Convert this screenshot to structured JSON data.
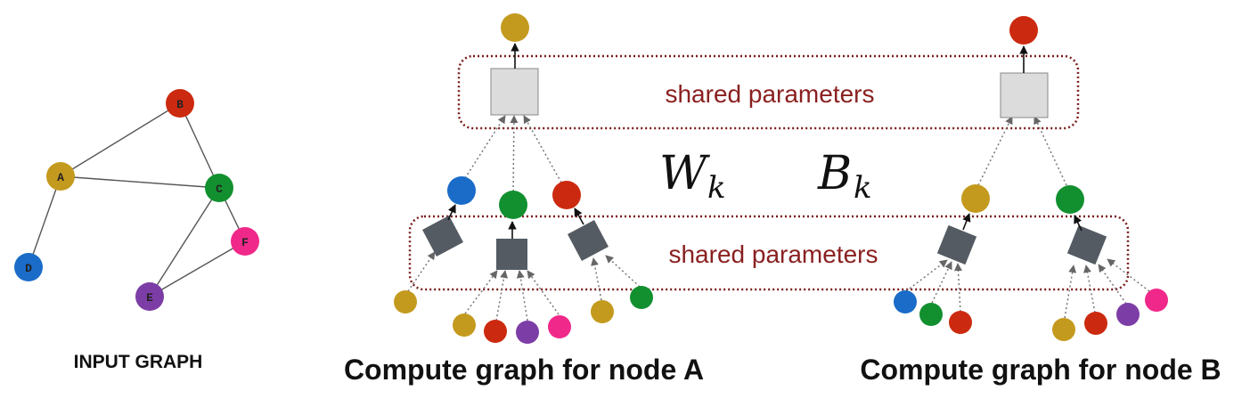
{
  "colors": {
    "A": "#c49a1e",
    "B": "#cc2a10",
    "C": "#129030",
    "D": "#1a6cc8",
    "E": "#7d3da6",
    "F": "#f0288a",
    "shared_border": "#7a1c1c",
    "shared_text": "#8a2020"
  },
  "input_graph": {
    "title": "INPUT GRAPH",
    "nodes": [
      {
        "id": "A",
        "label": "A",
        "color": "#c49a1e"
      },
      {
        "id": "B",
        "label": "B",
        "color": "#cc2a10"
      },
      {
        "id": "C",
        "label": "C",
        "color": "#129030"
      },
      {
        "id": "D",
        "label": "D",
        "color": "#1a6cc8"
      },
      {
        "id": "E",
        "label": "E",
        "color": "#7d3da6"
      },
      {
        "id": "F",
        "label": "F",
        "color": "#f0288a"
      }
    ],
    "edges": [
      [
        "A",
        "B"
      ],
      [
        "A",
        "C"
      ],
      [
        "A",
        "D"
      ],
      [
        "B",
        "C"
      ],
      [
        "C",
        "E"
      ],
      [
        "C",
        "F"
      ],
      [
        "E",
        "F"
      ]
    ]
  },
  "shared_label_top": "shared parameters",
  "shared_label_bottom": "shared parameters",
  "weights": {
    "w_base": "W",
    "w_sub": "k",
    "b_base": "B",
    "b_sub": "k"
  },
  "compute_graph_a": {
    "caption": "Compute graph for node A",
    "root": "A",
    "level1": [
      "D",
      "C",
      "B"
    ],
    "level2": [
      [
        "A"
      ],
      [
        "A",
        "B",
        "E",
        "F"
      ],
      [
        "A",
        "C"
      ]
    ]
  },
  "compute_graph_b": {
    "caption": "Compute graph for node B",
    "root": "B",
    "level1": [
      "A",
      "C"
    ],
    "level2": [
      [
        "D",
        "C",
        "B"
      ],
      [
        "A",
        "B",
        "E",
        "F"
      ]
    ]
  }
}
